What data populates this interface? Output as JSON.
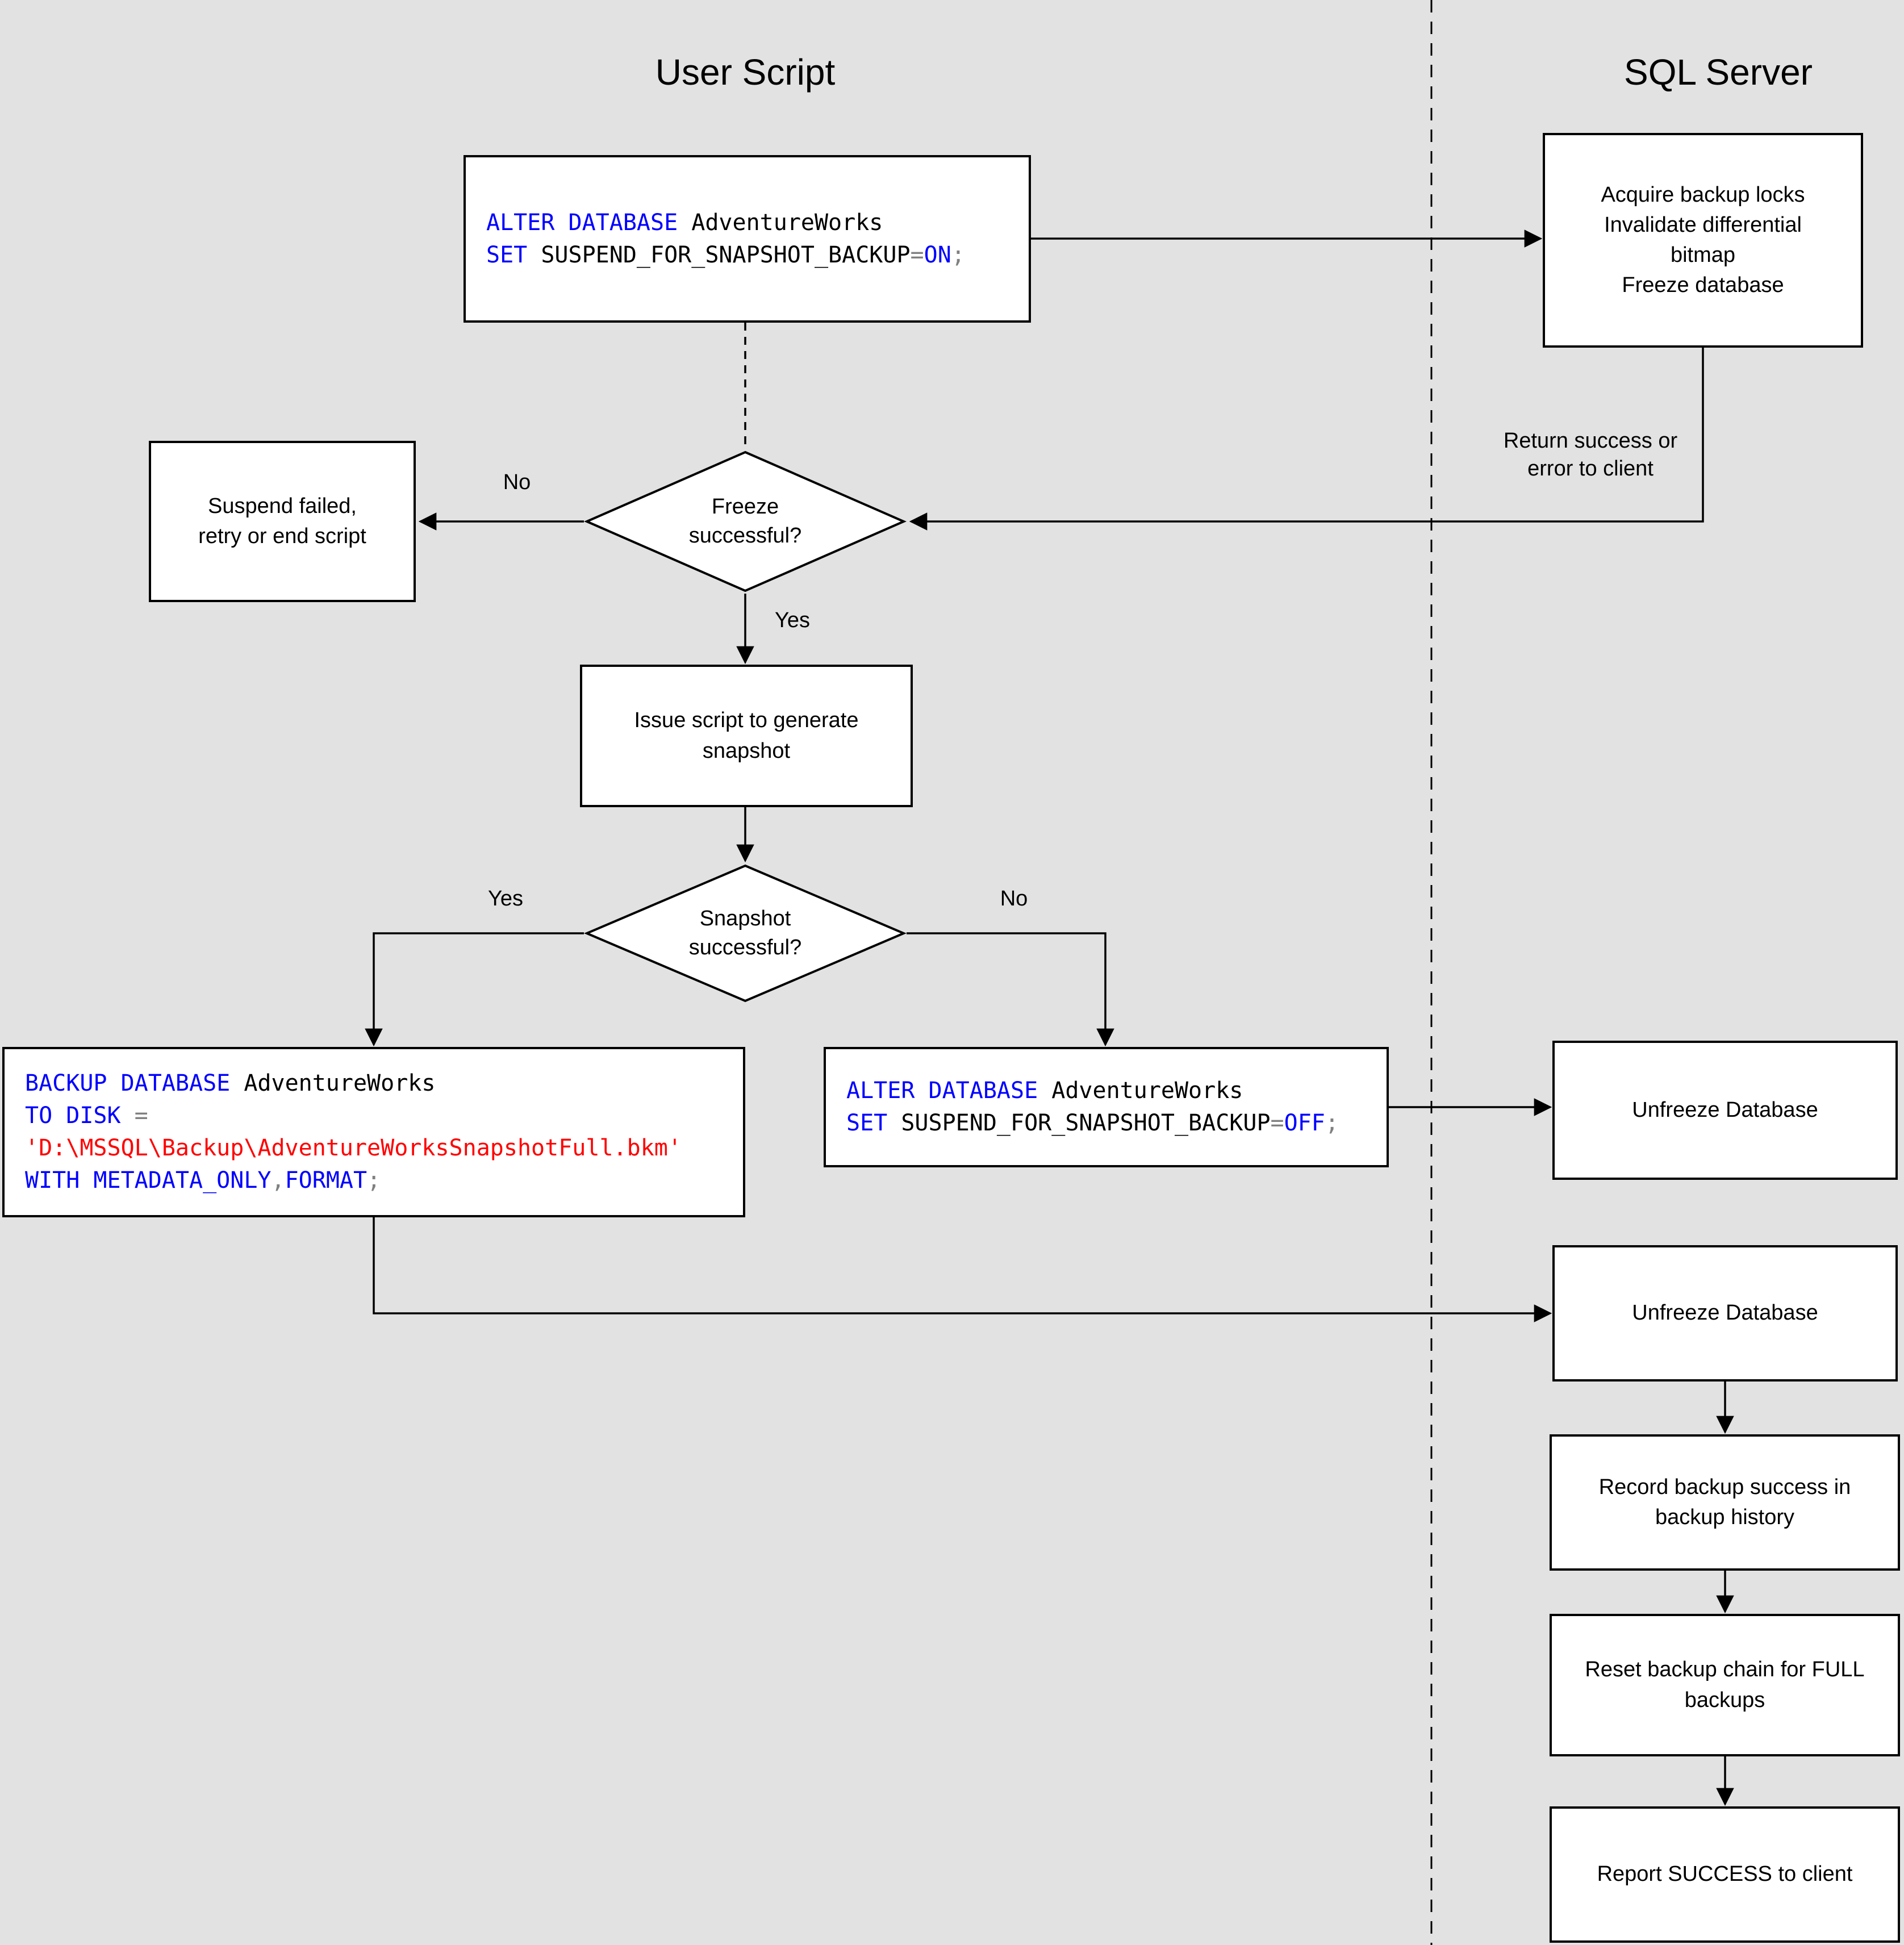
{
  "page": {
    "background": "#e2e2e2",
    "colors": {
      "keyword": "#0000ff",
      "string": "#ff0000",
      "operator": "#808080",
      "node_border": "#000000",
      "node_bg": "#ffffff"
    }
  },
  "headers": {
    "user_script": "User Script",
    "sql_server": "SQL Server"
  },
  "nodes": {
    "suspend_on": {
      "k1": "ALTER DATABASE",
      "p1": " AdventureWorks",
      "k2": "SET",
      "p2": " SUSPEND_FOR_SNAPSHOT_BACKUP",
      "o1": "=",
      "k3": "ON",
      "o2": ";"
    },
    "acquire": {
      "line1": "Acquire backup locks",
      "line2": "Invalidate differential",
      "line3": "bitmap",
      "line4": "Freeze database"
    },
    "suspend_failed": {
      "line1": "Suspend failed,",
      "line2": "retry or end script"
    },
    "freeze_q": {
      "line1": "Freeze",
      "line2": "successful?"
    },
    "issue_script": {
      "line1": "Issue script to generate",
      "line2": "snapshot"
    },
    "snapshot_q": {
      "line1": "Snapshot",
      "line2": "successful?"
    },
    "backup": {
      "k1": "BACKUP DATABASE",
      "p1": " AdventureWorks",
      "k2": "TO DISK",
      "o1": " =",
      "s1": "'D:\\MSSQL\\Backup\\AdventureWorksSnapshotFull.bkm'",
      "k3": "WITH METADATA_ONLY",
      "o2": ",",
      "k4": "FORMAT",
      "o3": ";"
    },
    "suspend_off": {
      "k1": "ALTER DATABASE",
      "p1": " AdventureWorks",
      "k2": "SET",
      "p2": " SUSPEND_FOR_SNAPSHOT_BACKUP",
      "o1": "=",
      "k3": "OFF",
      "o2": ";"
    },
    "unfreeze1": {
      "label": "Unfreeze Database"
    },
    "unfreeze2": {
      "label": "Unfreeze Database"
    },
    "record": {
      "line1": "Record backup success in",
      "line2": "backup history"
    },
    "reset": {
      "line1": "Reset backup chain for FULL",
      "line2": "backups"
    },
    "report": {
      "label": "Report SUCCESS to client"
    }
  },
  "edge_labels": {
    "freeze_no": "No",
    "freeze_yes": "Yes",
    "snapshot_yes": "Yes",
    "snapshot_no": "No",
    "return_line1": "Return success or",
    "return_line2": "error to client"
  }
}
